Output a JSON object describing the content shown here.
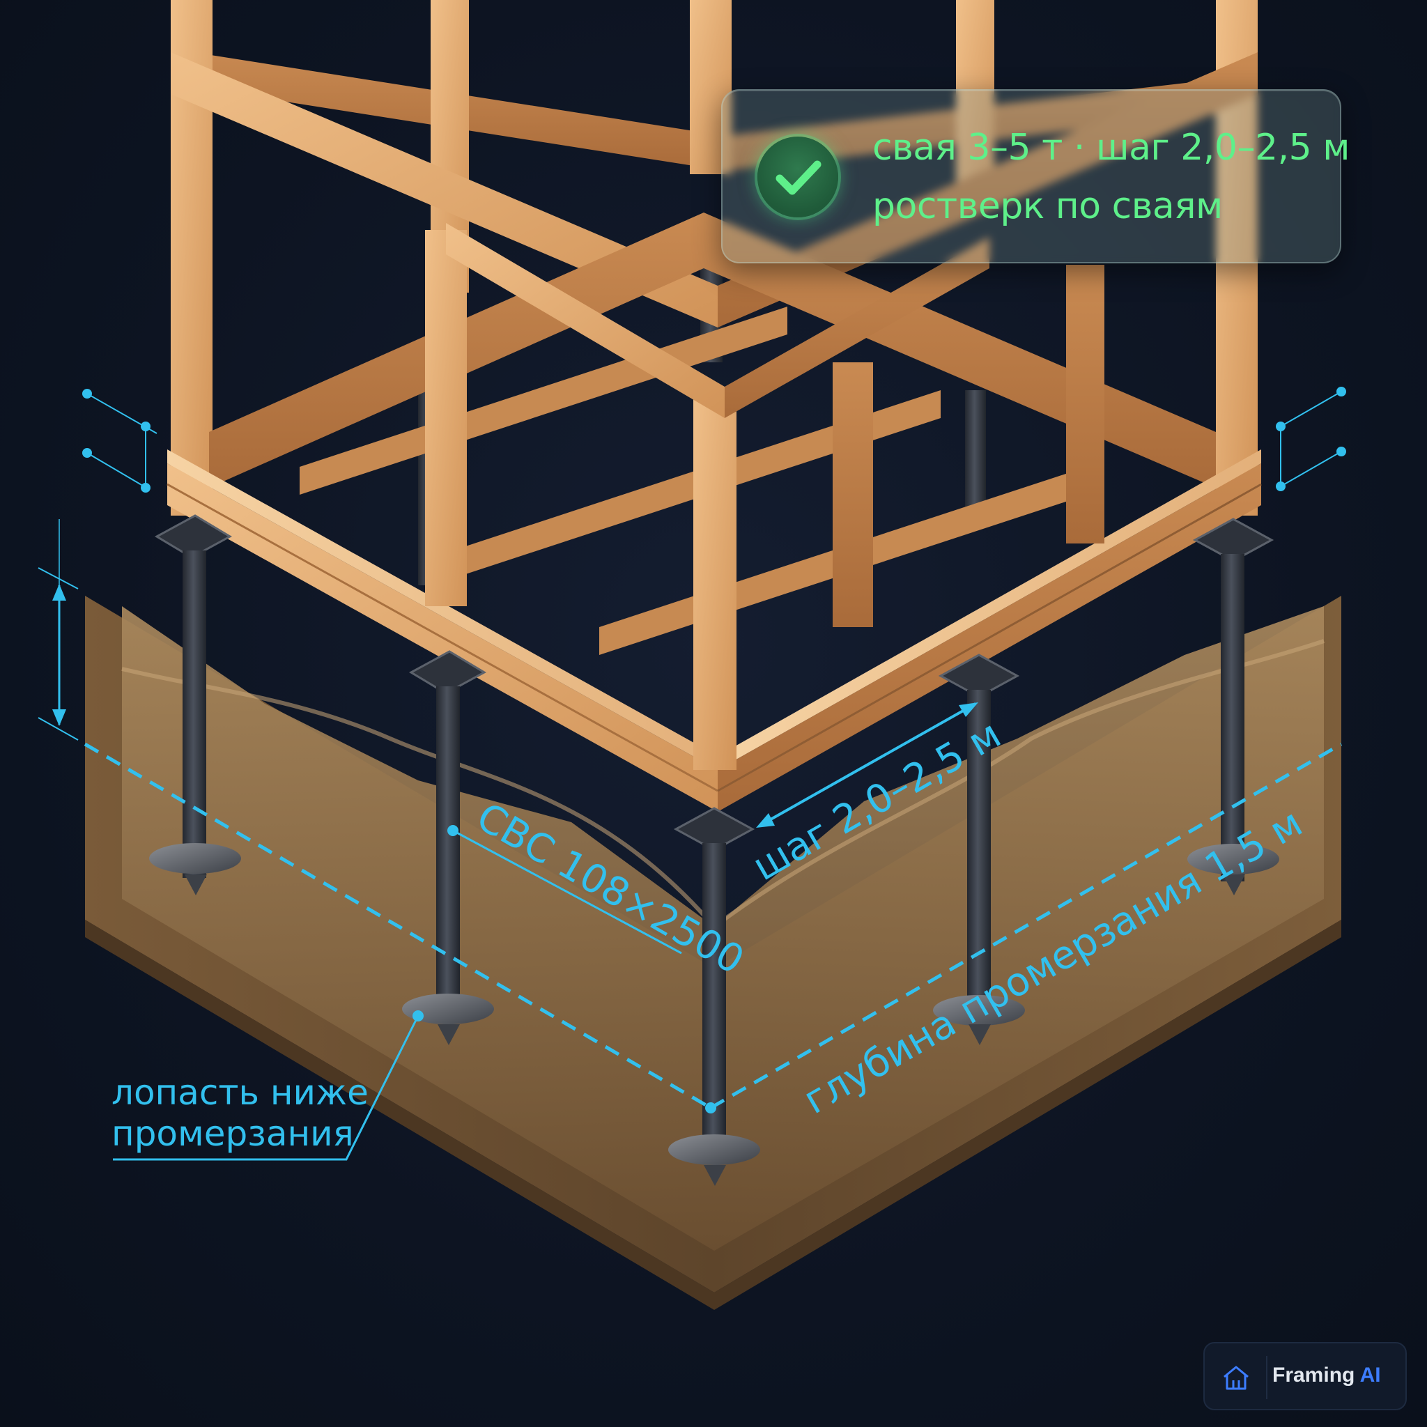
{
  "info_card": {
    "line1": "свая 3–5 т · шаг 2,0–2,5 м",
    "line2": "ростверк по сваям",
    "icon": "check-icon"
  },
  "labels": {
    "pile_model": "СВС 108×2500",
    "pile_spacing": "шаг 2,0–2,5 м",
    "freeze_depth": "глубина промерзания 1,5 м",
    "blade_line1": "лопасть ниже",
    "blade_line2": "промерзания"
  },
  "brand": {
    "name": "Framing",
    "suffix": "AI",
    "icon": "house-icon"
  },
  "colors": {
    "background": "#0d1422",
    "callout": "#32c0ee",
    "card_text": "#5ef08a",
    "timber": "#d9a06a",
    "pile": "#3a3f49",
    "soil": "#8a6a45"
  }
}
